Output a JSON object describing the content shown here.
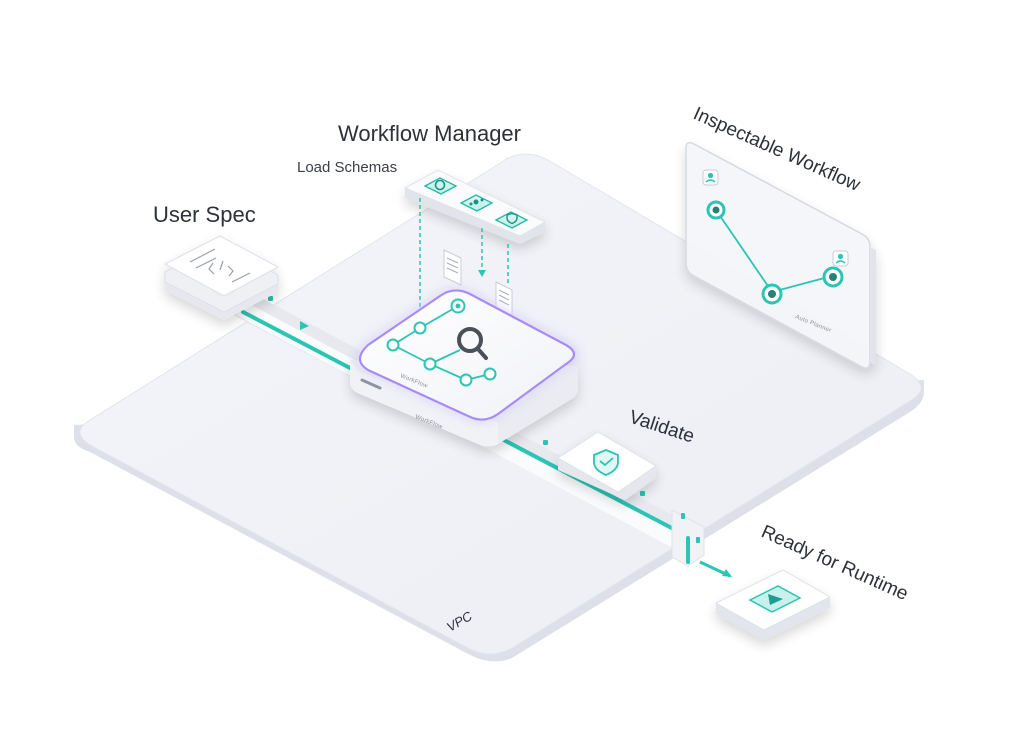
{
  "labels": {
    "workflow_manager": "Workflow Manager",
    "load_schemas": "Load Schemas",
    "user_spec": "User Spec",
    "inspectable_workflow": "Inspectable Workflow",
    "validate": "Validate",
    "ready_for_runtime": "Ready for Runtime",
    "vpc": "VPC"
  },
  "small_text": {
    "hub_front": "WorkFlow",
    "hub_side": "WorkFlow",
    "inspect_caption": "Auto Planner"
  },
  "colors": {
    "accent_teal": "#2cc4b4",
    "teal_dark": "#1d9f92",
    "hub_purple": "#a78bfa",
    "platform": "#eef0f5",
    "text": "#2d3138"
  },
  "icons": {
    "schemas": [
      "chat-icon",
      "network-icon",
      "shield-check-icon"
    ],
    "hub": "magnifier-icon",
    "validate": "shield-check-icon",
    "runtime": "play-icon"
  }
}
